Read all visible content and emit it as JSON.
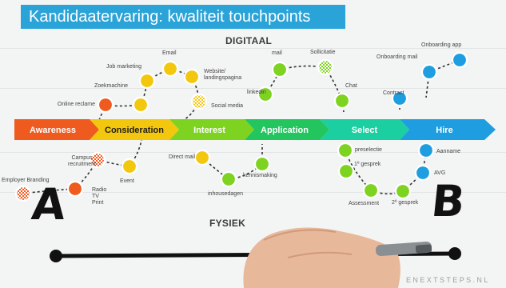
{
  "title": "Kandidaatervaring: kwaliteit touchpoints",
  "sections": {
    "digital": "DIGITAAL",
    "physical": "FYSIEK"
  },
  "stages": [
    {
      "label": "Awareness",
      "color": "#ef5a1f",
      "text_dark": false
    },
    {
      "label": "Consideration",
      "color": "#f4c70f",
      "text_dark": true
    },
    {
      "label": "Interest",
      "color": "#7ed321",
      "text_dark": false
    },
    {
      "label": "Application",
      "color": "#22c55e",
      "text_dark": false
    },
    {
      "label": "Select",
      "color": "#1ccfa0",
      "text_dark": false
    },
    {
      "label": "Hire",
      "color": "#1e9ee0",
      "text_dark": false
    }
  ],
  "touchpoints": {
    "online_reclame": "Online reclame",
    "zoekmachine": "Zoekmachine",
    "job_marketing": "Job marketing",
    "email": "Email",
    "website": "Website/\nlandingspagina",
    "social_media": "Social media",
    "mail": "mail",
    "linkedin": "linkedin",
    "sollicitatie": "Sollicitatie",
    "chat": "Chat",
    "onboarding_mail": "Onboarding mail",
    "onboarding_app": "Onboarding app",
    "contract": "Contract",
    "campus_recruitment": "Campus\nrecruitment",
    "employer_branding": "Employer Branding",
    "radio_tv_print": "Radio\nTV\nPrint",
    "event": "Event",
    "direct_mail": "Direct mail",
    "kennismaking": "kennismaking",
    "inhousedagen": "inhousedagen",
    "preselectie": "preselectie",
    "gesprek_1": "1º gesprek",
    "assessment": "Assessment",
    "gesprek_2": "2º gesprek",
    "aanname": "Aanname",
    "avg": "AVG"
  },
  "markers": {
    "start": "A",
    "end": "B"
  },
  "brand": "ENEXTSTEPS.NL",
  "colors": {
    "orange": "#ef5a1f",
    "yellow": "#f4c70f",
    "green": "#7ed321",
    "blue": "#1e9ee0",
    "banner": "#2aa3d8"
  }
}
